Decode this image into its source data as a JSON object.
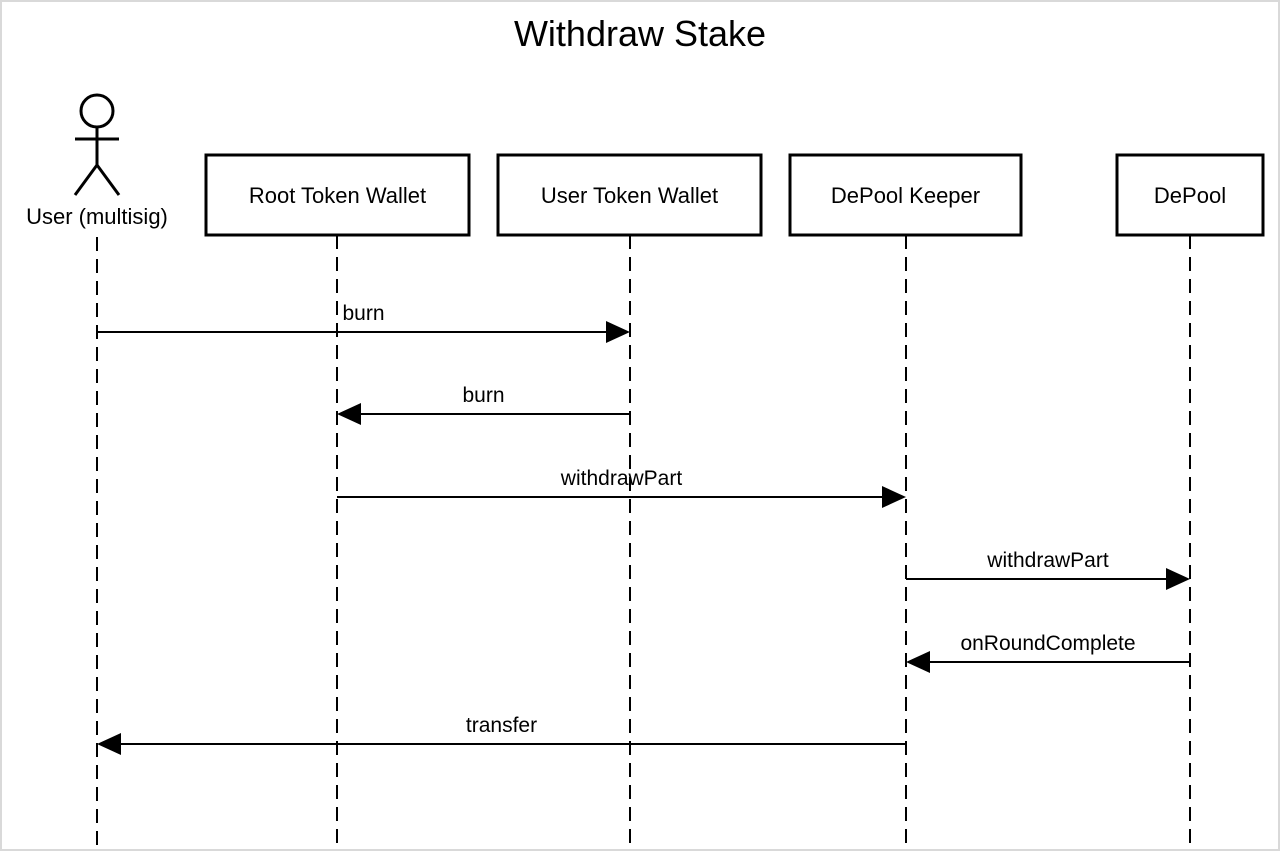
{
  "diagram": {
    "title": "Withdraw Stake",
    "participants": [
      {
        "id": "user",
        "label": "User (multisig)",
        "kind": "actor"
      },
      {
        "id": "root",
        "label": "Root Token Wallet",
        "kind": "box"
      },
      {
        "id": "utw",
        "label": "User Token Wallet",
        "kind": "box"
      },
      {
        "id": "keeper",
        "label": "DePool Keeper",
        "kind": "box"
      },
      {
        "id": "depool",
        "label": "DePool",
        "kind": "box"
      }
    ],
    "messages": [
      {
        "label": "burn",
        "from": "user",
        "to": "utw"
      },
      {
        "label": "burn",
        "from": "utw",
        "to": "root"
      },
      {
        "label": "withdrawPart",
        "from": "root",
        "to": "keeper"
      },
      {
        "label": "withdrawPart",
        "from": "keeper",
        "to": "depool"
      },
      {
        "label": "onRoundComplete",
        "from": "depool",
        "to": "keeper"
      },
      {
        "label": "transfer",
        "from": "keeper",
        "to": "user"
      }
    ]
  }
}
